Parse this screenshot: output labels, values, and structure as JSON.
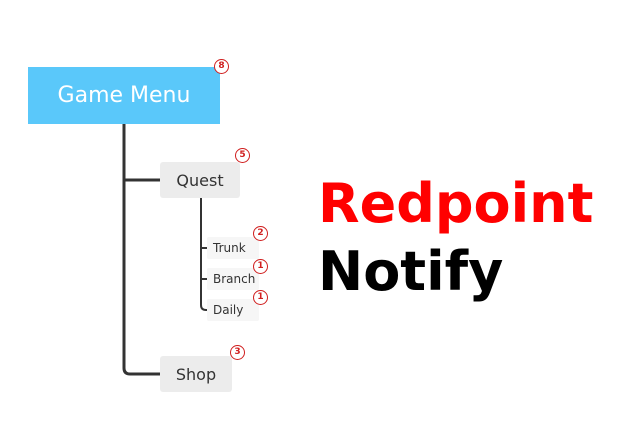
{
  "tree": {
    "root": {
      "label": "Game Menu",
      "badge": "8"
    },
    "quest": {
      "label": "Quest",
      "badge": "5"
    },
    "trunk": {
      "label": "Trunk",
      "badge": "2"
    },
    "branch": {
      "label": "Branch",
      "badge": "1"
    },
    "daily": {
      "label": "Daily",
      "badge": "1"
    },
    "shop": {
      "label": "Shop",
      "badge": "3"
    }
  },
  "heading": {
    "line1": "Redpoint",
    "line2": "Notify"
  },
  "colors": {
    "root_fill": "#5ac8fa",
    "node_fill": "#ececec",
    "badge": "#d01f1f",
    "heading_line1": "#ff0000",
    "heading_line2": "#000000",
    "connector": "#333333"
  }
}
